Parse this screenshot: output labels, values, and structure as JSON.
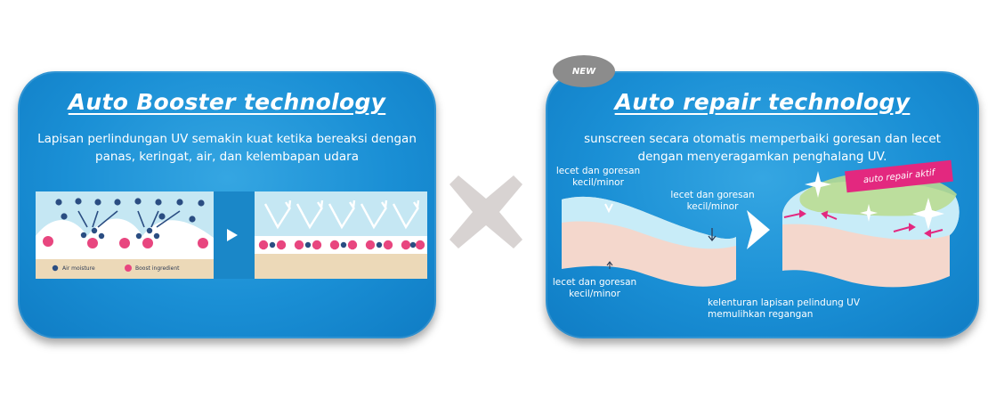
{
  "left_panel": {
    "title": "Auto Booster technology",
    "description": "Lapisan perlindungan UV semakin kuat ketika bereaksi dengan panas, keringat, air, dan kelembapan udara",
    "legend": {
      "air_moisture": "Air moisture",
      "boost_ingredient": "Boost ingredient"
    }
  },
  "separator": {
    "symbol": "cross-icon"
  },
  "right_panel": {
    "badge": "NEW",
    "title": "Auto repair technology",
    "description": "sunscreen secara otomatis memperbaiki goresan dan lecet dengan menyeragamkan penghalang UV.",
    "label_top_left": "lecet dan goresan kecil/minor",
    "label_middle": "lecet dan goresan kecil/minor",
    "label_bottom_left": "lecet dan goresan kecil/minor",
    "label_bottom_right": "kelenturan lapisan pelindung UV memulihkan regangan",
    "tag": "auto repair aktif"
  },
  "colors": {
    "panel_blue": "#1a8fd5",
    "pink": "#e3287f",
    "grey": "#8c8c8c"
  }
}
